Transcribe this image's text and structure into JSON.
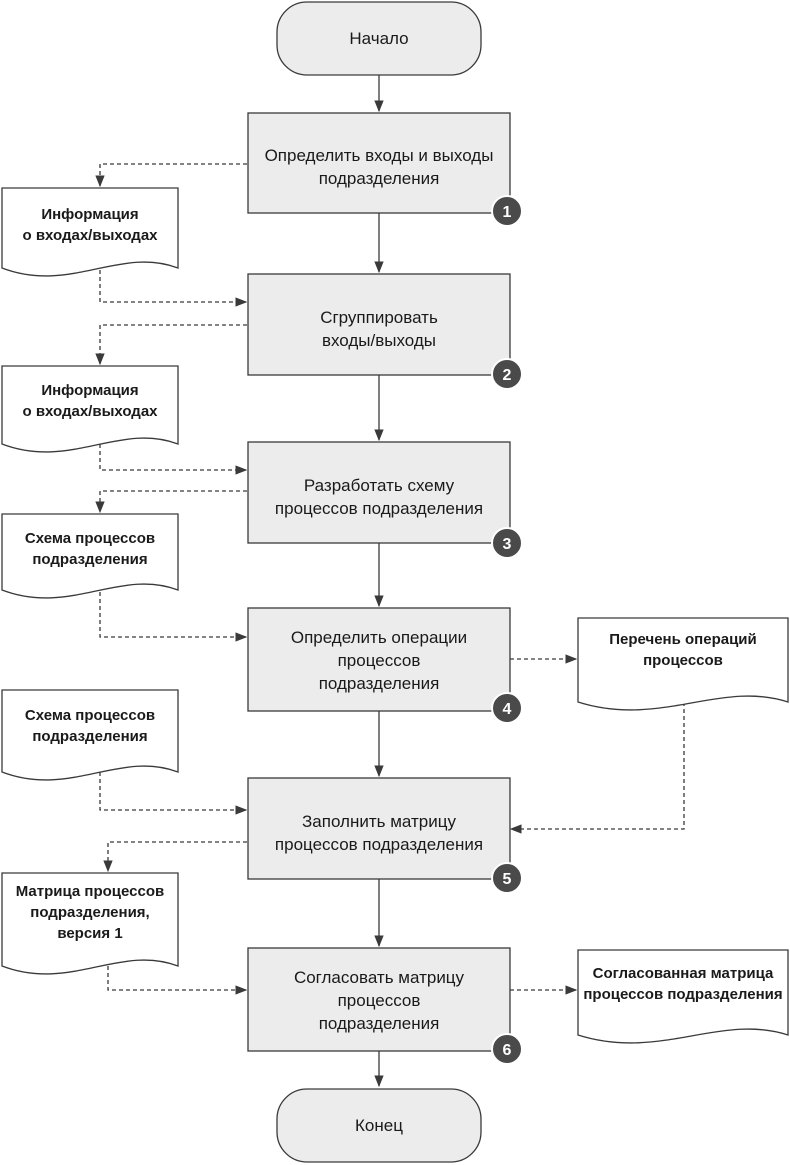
{
  "terminals": {
    "start": "Начало",
    "end": "Конец"
  },
  "steps": [
    {
      "number": "1",
      "lines": [
        "Определить входы и выходы",
        "подразделения"
      ]
    },
    {
      "number": "2",
      "lines": [
        "Сгруппировать",
        "входы/выходы"
      ]
    },
    {
      "number": "3",
      "lines": [
        "Разработать схему",
        "процессов подразделения"
      ]
    },
    {
      "number": "4",
      "lines": [
        "Определить операции",
        "процессов",
        "подразделения"
      ]
    },
    {
      "number": "5",
      "lines": [
        "Заполнить матрицу",
        "процессов подразделения"
      ]
    },
    {
      "number": "6",
      "lines": [
        "Согласовать матрицу",
        "процессов",
        "подразделения"
      ]
    }
  ],
  "documents": [
    {
      "id": "inout-info-1",
      "lines": [
        "Информация",
        "о входах/выходах"
      ]
    },
    {
      "id": "inout-info-2",
      "lines": [
        "Информация",
        "о входах/выходах"
      ]
    },
    {
      "id": "process-scheme-1",
      "lines": [
        "Схема процессов",
        "подразделения"
      ]
    },
    {
      "id": "operations-list",
      "lines": [
        "Перечень операций",
        "процессов"
      ]
    },
    {
      "id": "process-scheme-2",
      "lines": [
        "Схема процессов",
        "подразделения"
      ]
    },
    {
      "id": "matrix-v1",
      "lines": [
        "Матрица процессов",
        "подразделения,",
        "версия 1"
      ]
    },
    {
      "id": "matrix-approved",
      "lines": [
        "Согласованная матрица",
        "процессов подразделения"
      ]
    }
  ]
}
